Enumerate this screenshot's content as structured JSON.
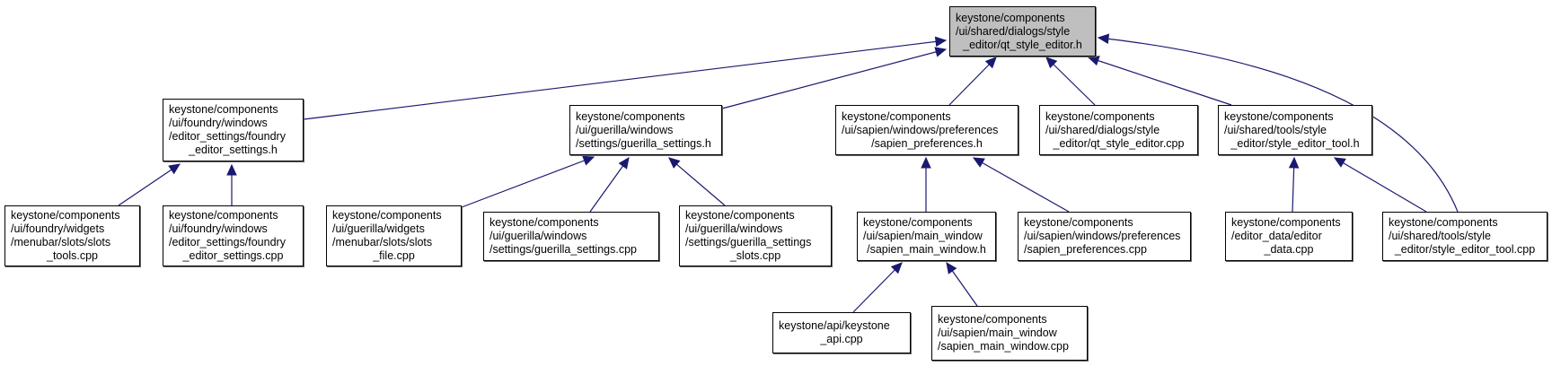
{
  "diagram": {
    "type": "include-dependency-graph",
    "colors": {
      "edge": "#191970",
      "root_fill": "#bfbfbf",
      "node_fill": "#ffffff",
      "border": "#000000"
    },
    "nodes": [
      {
        "id": "root",
        "lines": [
          "keystone/components",
          "/ui/shared/dialogs/style",
          "_editor/qt_style_editor.h"
        ],
        "root": true
      },
      {
        "id": "foundry_h",
        "lines": [
          "keystone/components",
          "/ui/foundry/windows",
          "/editor_settings/foundry",
          "_editor_settings.h"
        ]
      },
      {
        "id": "guerilla_h",
        "lines": [
          "keystone/components",
          "/ui/guerilla/windows",
          "/settings/guerilla_settings.h"
        ]
      },
      {
        "id": "sapien_pref_h",
        "lines": [
          "keystone/components",
          "/ui/sapien/windows/preferences",
          "/sapien_preferences.h"
        ]
      },
      {
        "id": "qt_cpp",
        "lines": [
          "keystone/components",
          "/ui/shared/dialogs/style",
          "_editor/qt_style_editor.cpp"
        ]
      },
      {
        "id": "set_h",
        "lines": [
          "keystone/components",
          "/ui/shared/tools/style",
          "_editor/style_editor_tool.h"
        ]
      },
      {
        "id": "slots_tools",
        "lines": [
          "keystone/components",
          "/ui/foundry/widgets",
          "/menubar/slots/slots",
          "_tools.cpp"
        ]
      },
      {
        "id": "foundry_cpp",
        "lines": [
          "keystone/components",
          "/ui/foundry/windows",
          "/editor_settings/foundry",
          "_editor_settings.cpp"
        ]
      },
      {
        "id": "slots_file",
        "lines": [
          "keystone/components",
          "/ui/guerilla/widgets",
          "/menubar/slots/slots",
          "_file.cpp"
        ]
      },
      {
        "id": "guerilla_cpp",
        "lines": [
          "keystone/components",
          "/ui/guerilla/windows",
          "/settings/guerilla_settings.cpp"
        ]
      },
      {
        "id": "guerilla_slots",
        "lines": [
          "keystone/components",
          "/ui/guerilla/windows",
          "/settings/guerilla_settings",
          "_slots.cpp"
        ]
      },
      {
        "id": "smw_h",
        "lines": [
          "keystone/components",
          "/ui/sapien/main_window",
          "/sapien_main_window.h"
        ]
      },
      {
        "id": "sapien_pref_cpp",
        "lines": [
          "keystone/components",
          "/ui/sapien/windows/preferences",
          "/sapien_preferences.cpp"
        ]
      },
      {
        "id": "editor_data",
        "lines": [
          "keystone/components",
          "/editor_data/editor",
          "_data.cpp"
        ]
      },
      {
        "id": "set_cpp",
        "lines": [
          "keystone/components",
          "/ui/shared/tools/style",
          "_editor/style_editor_tool.cpp"
        ]
      },
      {
        "id": "api_cpp",
        "lines": [
          "keystone/api/keystone",
          "_api.cpp"
        ]
      },
      {
        "id": "smw_cpp",
        "lines": [
          "keystone/components",
          "/ui/sapien/main_window",
          "/sapien_main_window.cpp"
        ]
      }
    ],
    "edges": [
      {
        "from": "foundry_h",
        "to": "root"
      },
      {
        "from": "guerilla_h",
        "to": "root"
      },
      {
        "from": "sapien_pref_h",
        "to": "root"
      },
      {
        "from": "qt_cpp",
        "to": "root"
      },
      {
        "from": "set_h",
        "to": "root"
      },
      {
        "from": "set_cpp",
        "to": "root"
      },
      {
        "from": "slots_tools",
        "to": "foundry_h"
      },
      {
        "from": "foundry_cpp",
        "to": "foundry_h"
      },
      {
        "from": "slots_file",
        "to": "guerilla_h"
      },
      {
        "from": "guerilla_cpp",
        "to": "guerilla_h"
      },
      {
        "from": "guerilla_slots",
        "to": "guerilla_h"
      },
      {
        "from": "smw_h",
        "to": "sapien_pref_h"
      },
      {
        "from": "sapien_pref_cpp",
        "to": "sapien_pref_h"
      },
      {
        "from": "editor_data",
        "to": "set_h"
      },
      {
        "from": "set_cpp",
        "to": "set_h"
      },
      {
        "from": "api_cpp",
        "to": "smw_h"
      },
      {
        "from": "smw_cpp",
        "to": "smw_h"
      }
    ]
  }
}
